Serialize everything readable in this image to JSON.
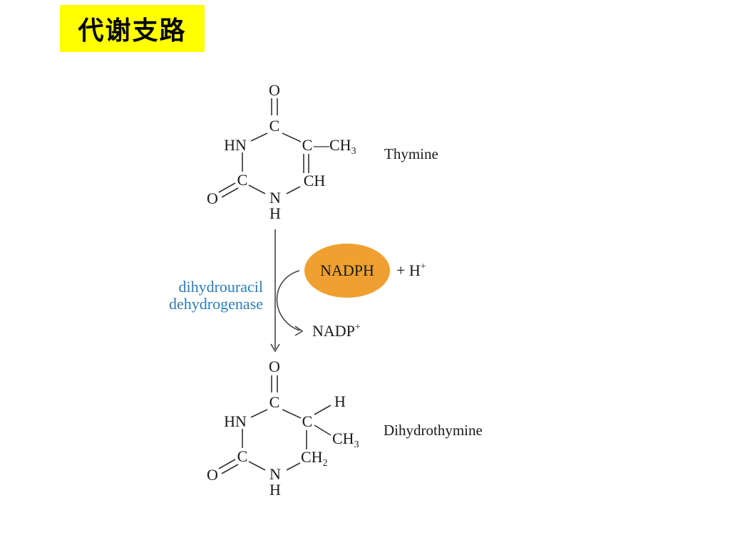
{
  "title": "代谢支路",
  "colors": {
    "title_bg": "#ffff00",
    "enzyme_text": "#2e7cb8",
    "nadph_fill": "#f0a030"
  },
  "substrate": {
    "name": "Thymine",
    "atoms": {
      "o_top": "O",
      "c4": "C",
      "hn": "HN",
      "c5": "C",
      "ch3": "—CH",
      "ch3_sub": "3",
      "c2": "C",
      "o_left": "O",
      "n1": "N",
      "h1": "H",
      "ch": "CH"
    }
  },
  "enzyme": {
    "line1": "dihydrouracil",
    "line2": "dehydrogenase"
  },
  "cofactor_in": {
    "label": "NADPH",
    "plus": "+ H",
    "sup": "+"
  },
  "cofactor_out": {
    "label": "NADP",
    "sup": "+"
  },
  "product": {
    "name": "Dihydrothymine",
    "atoms": {
      "o_top": "O",
      "c4": "C",
      "hn": "HN",
      "c5": "C",
      "h": "H",
      "ch3": "CH",
      "ch3_sub": "3",
      "c2": "C",
      "o_left": "O",
      "n1": "N",
      "h1": "H",
      "ch2": "CH",
      "ch2_sub": "2"
    }
  }
}
